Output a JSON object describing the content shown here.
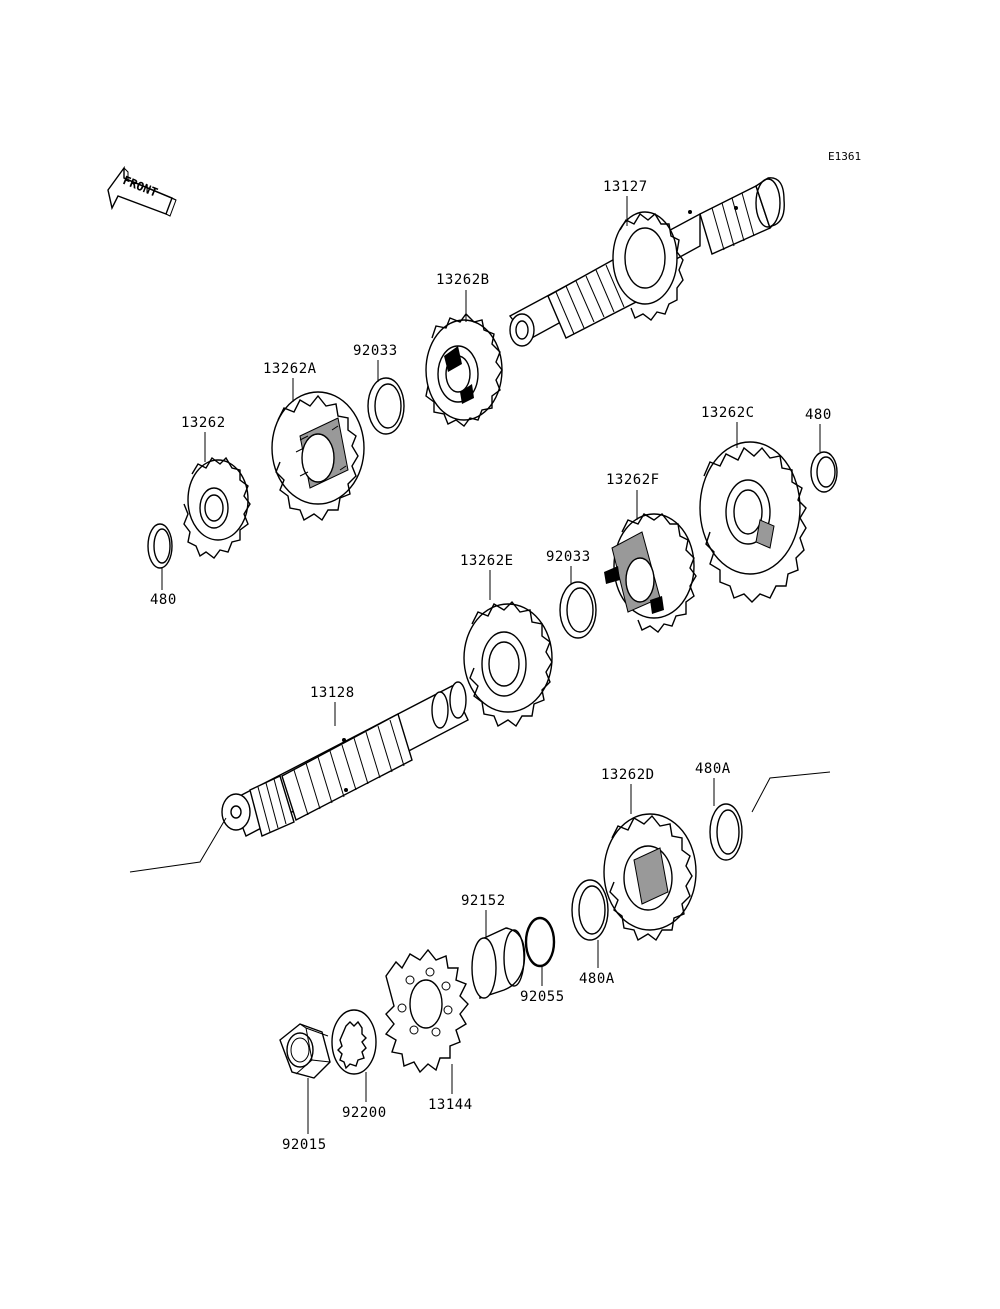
{
  "diagram_code": "E1361",
  "front_label": "FRONT",
  "parts": {
    "p13127": "13127",
    "p13262B": "13262B",
    "p92033_upper": "92033",
    "p13262A": "13262A",
    "p13262": "13262",
    "p480_left": "480",
    "p13262C": "13262C",
    "p480_right": "480",
    "p13262F": "13262F",
    "p92033_lower": "92033",
    "p13262E": "13262E",
    "p13128": "13128",
    "p13262D": "13262D",
    "p480A_upper": "480A",
    "p92152": "92152",
    "p92055": "92055",
    "p480A_lower": "480A",
    "p13144": "13144",
    "p92200": "92200",
    "p92015": "92015"
  }
}
